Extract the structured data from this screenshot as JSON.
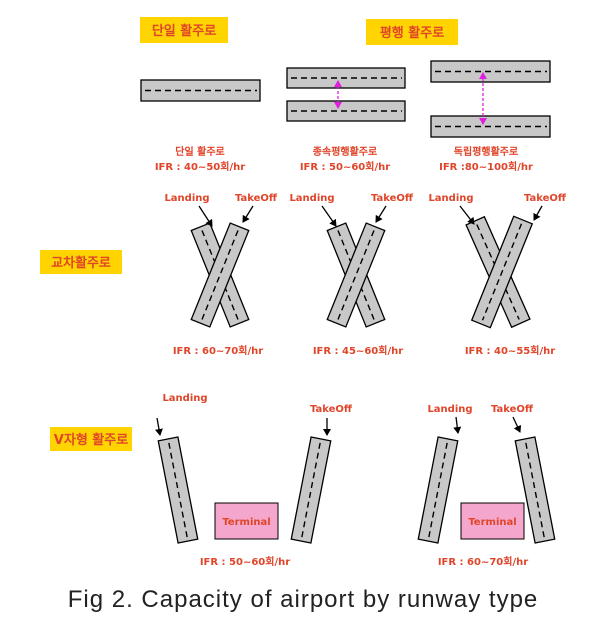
{
  "headers": {
    "single": "단일 활주로",
    "parallel": "평행 활주로",
    "crossing": "교차활주로",
    "v_shape": "V자형 활주로"
  },
  "top_row": {
    "single_name": "단일 활주로",
    "single_ifr": "IFR : 40~50회/hr",
    "close_parallel_name": "종속평행활주로",
    "close_parallel_ifr": "IFR : 50~60회/hr",
    "independent_parallel_name": "독립평행활주로",
    "independent_parallel_ifr": "IFR :80~100회/hr"
  },
  "crossing_row": {
    "landing": "Landing",
    "takeoff": "TakeOff",
    "ifr_1": "IFR : 60~70회/hr",
    "ifr_2": "IFR : 45~60회/hr",
    "ifr_3": "IFR : 40~55회/hr"
  },
  "v_row": {
    "landing": "Landing",
    "takeoff": "TakeOff",
    "terminal": "Terminal",
    "ifr_1": "IFR : 50~60회/hr",
    "ifr_2": "IFR : 60~70회/hr"
  },
  "caption": "Fig 2. Capacity of airport by runway type",
  "colors": {
    "label_text": "#e0452a",
    "badge": "#ffd400",
    "runway": "#c8c8c8",
    "separation_arrow": "#e020e0",
    "terminal": "#f4a6cc"
  }
}
